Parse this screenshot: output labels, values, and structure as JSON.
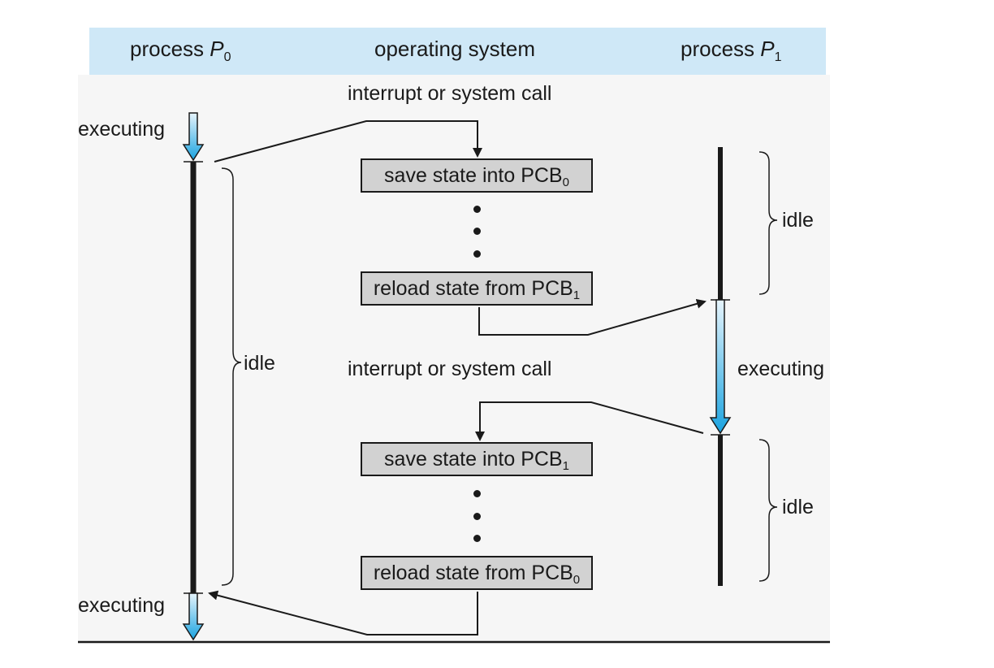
{
  "header": {
    "col_p0": {
      "label": "process",
      "symbol": "P",
      "sub": "0"
    },
    "col_os": {
      "label": "operating system"
    },
    "col_p1": {
      "label": "process",
      "symbol": "P",
      "sub": "1"
    }
  },
  "labels": {
    "interrupt_top": "interrupt or system call",
    "interrupt_mid": "interrupt or system call",
    "executing_p0_top": "executing",
    "executing_p0_bottom": "executing",
    "executing_p1": "executing",
    "idle_p0": "idle",
    "idle_p1_top": "idle",
    "idle_p1_bottom": "idle"
  },
  "boxes": {
    "save_pcb0": {
      "text": "save state into PCB",
      "sub": "0"
    },
    "reload_pcb1": {
      "text": "reload state from PCB",
      "sub": "1"
    },
    "save_pcb1": {
      "text": "save state into PCB",
      "sub": "1"
    },
    "reload_pcb0": {
      "text": "reload state from PCB",
      "sub": "0"
    }
  },
  "colors": {
    "header_band": "#cfe8f7",
    "panel": "#f6f6f6",
    "box_fill": "#d2d2d2",
    "line": "#1a1a1a",
    "exec_arrow_top": "#e6f4fc",
    "exec_arrow_bottom": "#1aa3e0"
  }
}
